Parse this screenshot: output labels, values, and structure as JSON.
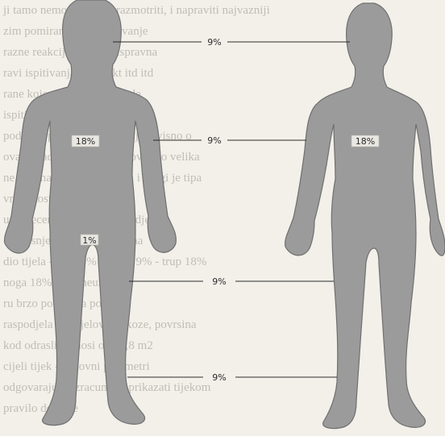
{
  "background_text": [
    "ji tamo nemo potrebno razmotriti, i napraviti najvazniji",
    "zim pomiranje i napredovanje",
    "razne reakcije - koji su ispravna",
    "ravi ispitivanja - kontakt itd itd",
    "rane koje su ozlijedene vode",
    "ispitivanje",
    "podaci o povrsini koze - udjel ovisno o",
    "ovako kada je opekotina dovoljno velika",
    "ne. Prema podacima, jedan i drugi je tipa",
    "vrijednosti",
    "ujeti lecenje je najbolje - vidjeti",
    "- objasnjenje slike - procjena",
    "dio tijela - ruka 9% - glava 9% - trup 18%",
    "noga 18% - perineum 1%",
    "ru brzo povecana povrsina",
    "raspodjela po dijelovima koze, povrsina",
    "kod odraslih iznosi oko 1,8 m2",
    "cijeli tijek - osnovni parametri",
    "odgovarajuce izracunati i prikazati tijekom",
    "pravilo devetke"
  ],
  "labels": {
    "head": "9%",
    "arm": "9%",
    "front_trunk": "18%",
    "back_trunk": "18%",
    "perineum": "1%",
    "thigh": "9%",
    "leg": "9%"
  },
  "colors": {
    "body_fill": "#9b9b9b",
    "line": "#2b2b2b",
    "paper": "#f3f0ea"
  }
}
